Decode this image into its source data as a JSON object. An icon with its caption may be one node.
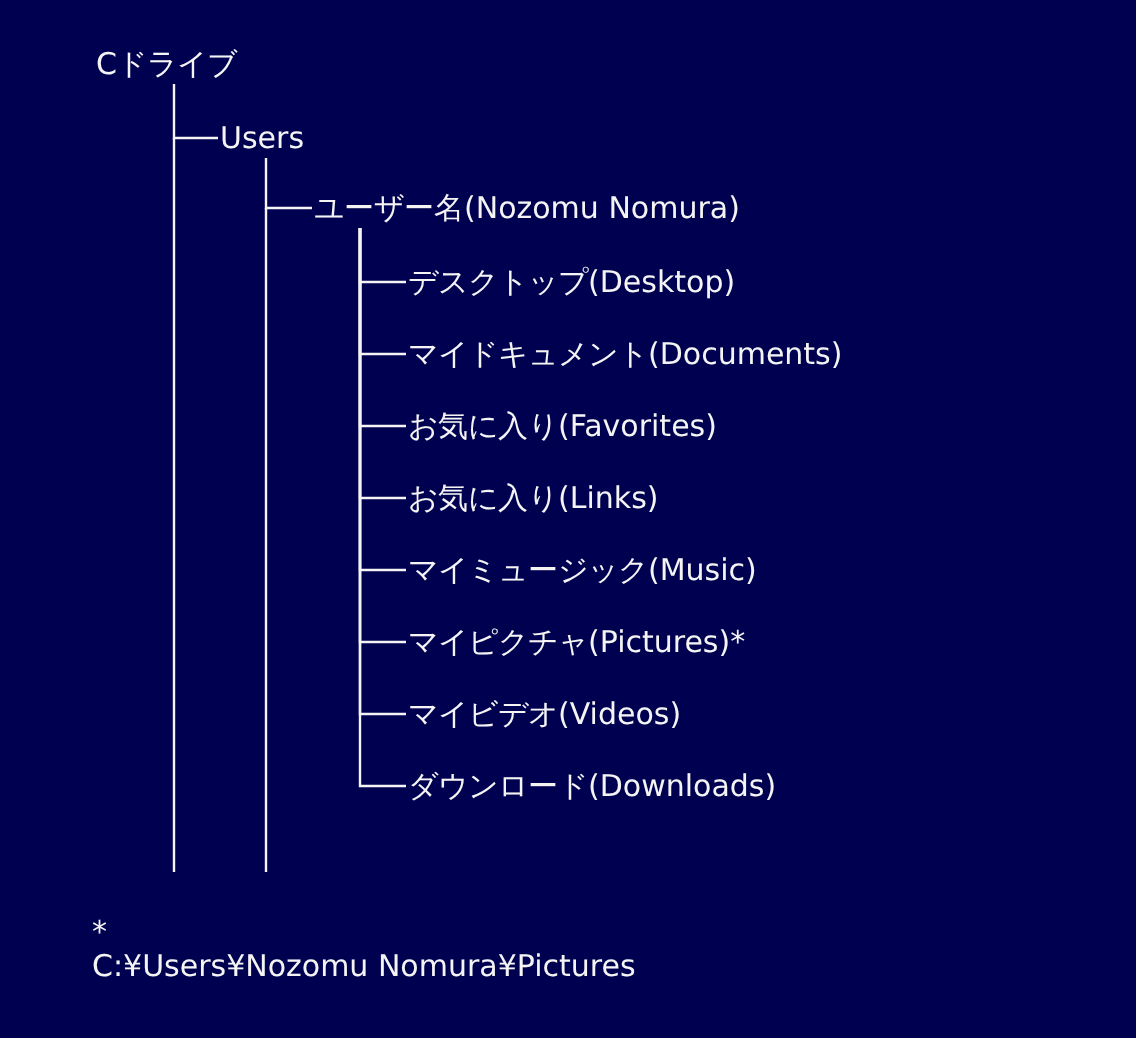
{
  "diagram": {
    "nodes": [
      {
        "text": [
          "Cドライブ"
        ]
      },
      {
        "text": [
          "Users"
        ]
      },
      {
        "text": [
          "ユーザー名(Nozomu Nomura)"
        ]
      },
      {
        "text": [
          "デスクトップ(Desktop)"
        ]
      },
      {
        "text": [
          "マイドキュメント(Documents)"
        ]
      },
      {
        "text": [
          "お気に入り(Favorites)"
        ]
      },
      {
        "text": [
          "お気に入り(Links)"
        ]
      },
      {
        "text": [
          "マイミュージック(Music)"
        ]
      },
      {
        "text": [
          "マイピクチャ(Pictures)*"
        ]
      },
      {
        "text": [
          "マイビデオ(Videos)"
        ]
      },
      {
        "text": [
          "ダウンロード(Downloads)"
        ]
      }
    ],
    "edges": [
      {
        "from": 0,
        "to": 1,
        "arrow": "none"
      },
      {
        "from": 1,
        "to": 2,
        "arrow": "none"
      },
      {
        "from": 2,
        "to": 3,
        "arrow": "none"
      },
      {
        "from": 2,
        "to": 4,
        "arrow": "none"
      },
      {
        "from": 2,
        "to": 5,
        "arrow": "none"
      },
      {
        "from": 2,
        "to": 6,
        "arrow": "none"
      },
      {
        "from": 2,
        "to": 7,
        "arrow": "none"
      },
      {
        "from": 2,
        "to": 8,
        "arrow": "none"
      },
      {
        "from": 2,
        "to": 9,
        "arrow": "none"
      },
      {
        "from": 2,
        "to": 10,
        "arrow": "none"
      }
    ],
    "labels": [
      "*",
      "C:¥Users¥Nozomu Nomura¥Pictures"
    ]
  }
}
